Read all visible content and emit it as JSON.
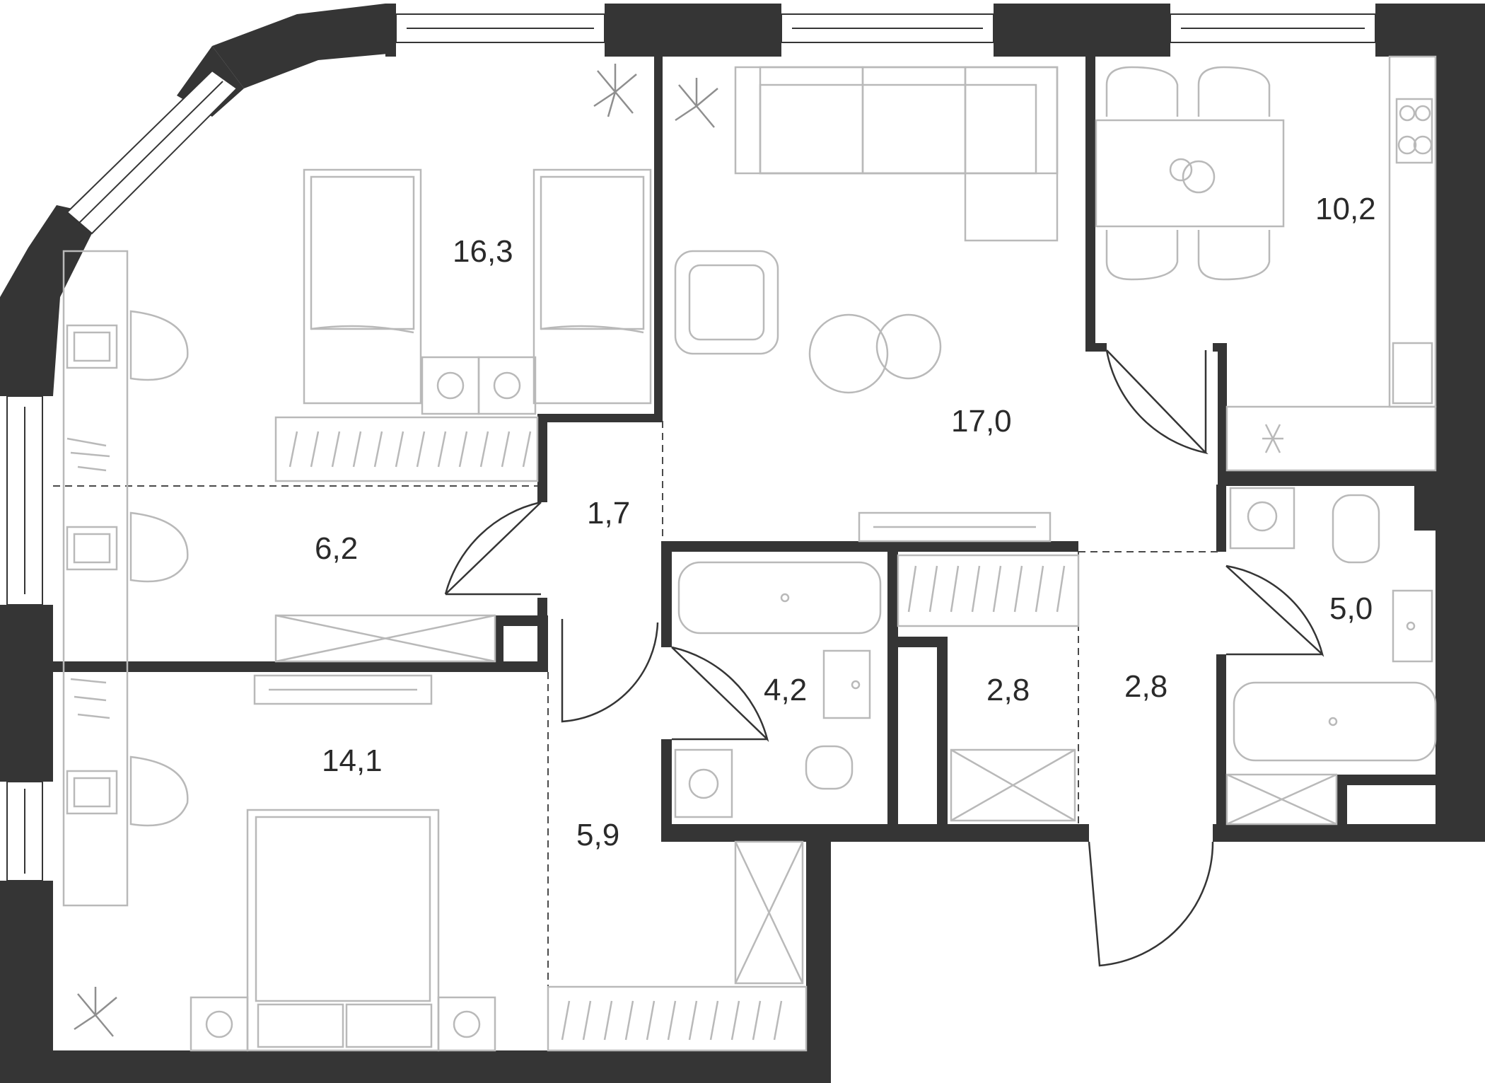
{
  "plan": {
    "rooms": [
      {
        "id": "bedroom-top",
        "area": "16,3"
      },
      {
        "id": "living-room",
        "area": "17,0"
      },
      {
        "id": "kitchen",
        "area": "10,2"
      },
      {
        "id": "study-niche",
        "area": "6,2"
      },
      {
        "id": "corridor-small",
        "area": "1,7"
      },
      {
        "id": "bathroom-1",
        "area": "4,2"
      },
      {
        "id": "storage",
        "area": "2,8"
      },
      {
        "id": "hallway",
        "area": "2,8"
      },
      {
        "id": "bathroom-2",
        "area": "5,0"
      },
      {
        "id": "bedroom-bottom",
        "area": "14,1"
      },
      {
        "id": "hall",
        "area": "5,9"
      }
    ]
  }
}
